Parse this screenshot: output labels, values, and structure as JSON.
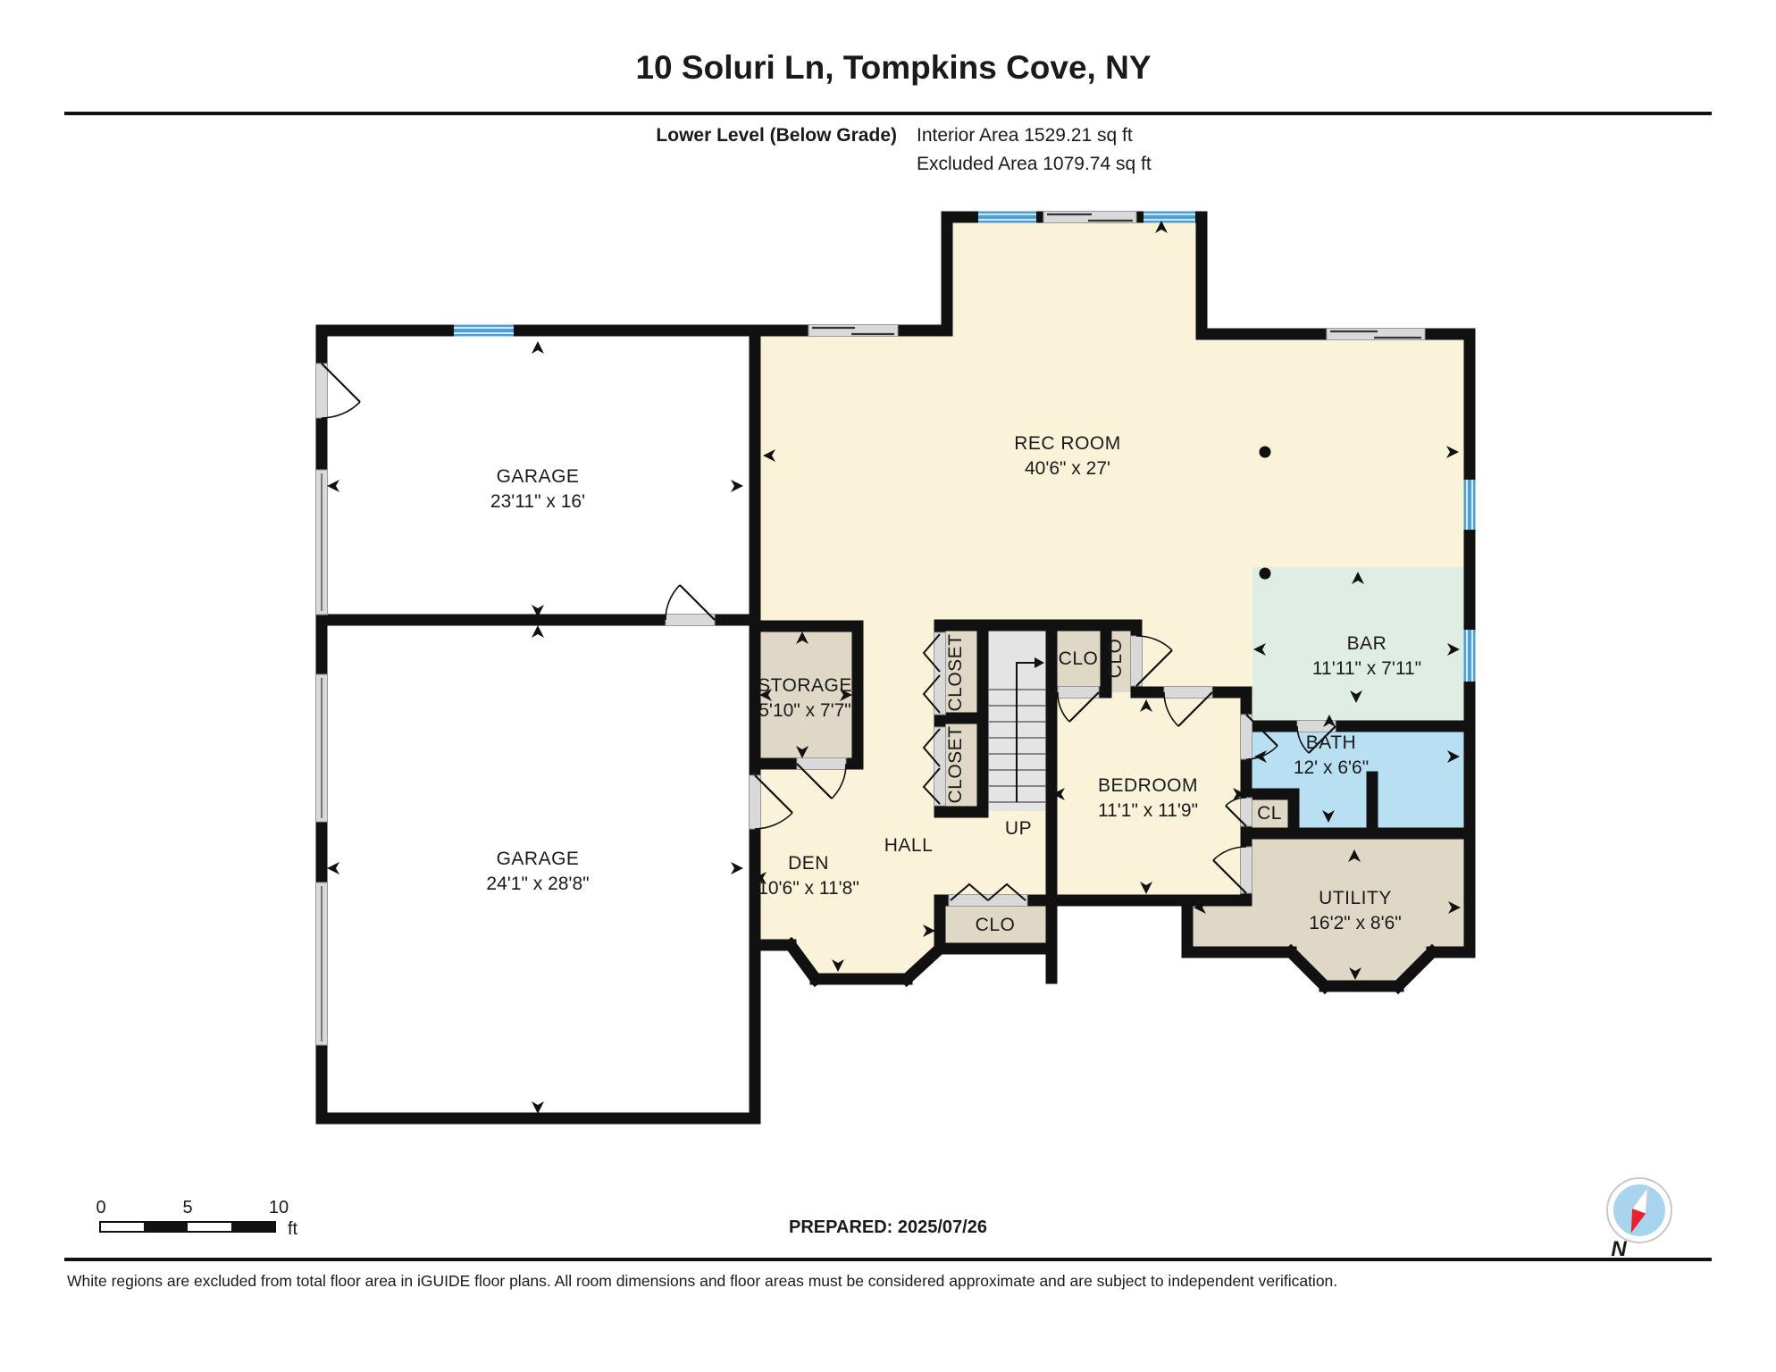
{
  "header": {
    "title": "10 Soluri Ln, Tompkins Cove, NY",
    "level": "Lower Level (Below Grade)",
    "interior_area": "Interior Area 1529.21 sq ft",
    "excluded_area": "Excluded Area 1079.74 sq ft"
  },
  "rooms": {
    "garage_upper": {
      "name": "GARAGE",
      "dims": "23'11\" x 16'"
    },
    "garage_lower": {
      "name": "GARAGE",
      "dims": "24'1\" x 28'8\""
    },
    "rec_room": {
      "name": "REC ROOM",
      "dims": "40'6\" x 27'"
    },
    "bar": {
      "name": "BAR",
      "dims": "11'11\" x 7'11\""
    },
    "bath": {
      "name": "BATH",
      "dims": "12' x 6'6\""
    },
    "bedroom": {
      "name": "BEDROOM",
      "dims": "11'1\" x 11'9\""
    },
    "utility": {
      "name": "UTILITY",
      "dims": "16'2\" x 8'6\""
    },
    "storage": {
      "name": "STORAGE",
      "dims": "5'10\" x 7'7\""
    },
    "den": {
      "name": "DEN",
      "dims": "10'6\" x 11'8\""
    },
    "hall": {
      "name": "HALL"
    },
    "closet_a": {
      "name": "CLOSET"
    },
    "closet_b": {
      "name": "CLOSET"
    },
    "clo_bedroom_left": {
      "name": "CLO"
    },
    "clo_bedroom_right": {
      "name": "CLO"
    },
    "clo_hall": {
      "name": "CLO"
    },
    "cl_bath": {
      "name": "CL"
    },
    "stairs": {
      "label": "UP"
    }
  },
  "footer": {
    "scale_ticks": [
      "0",
      "5",
      "10"
    ],
    "scale_unit": "ft",
    "prepared": "PREPARED: 2025/07/26",
    "compass_north": "N",
    "disclaimer": "White regions are excluded from total floor area in iGUIDE floor plans. All room dimensions and floor areas must be considered approximate and are subject to independent verification."
  },
  "colors": {
    "wall": "#111111",
    "floor_cream": "#FBF3D9",
    "floor_tan": "#E0D8C6",
    "floor_green": "#E0EDE4",
    "floor_blue": "#B9DFF2",
    "window_blue": "#4C9FD6",
    "door_gray": "#D9D9D9",
    "stairs_gray": "#E4E4E4",
    "compass_red": "#E8212C",
    "compass_blue": "#A8D4EE"
  }
}
